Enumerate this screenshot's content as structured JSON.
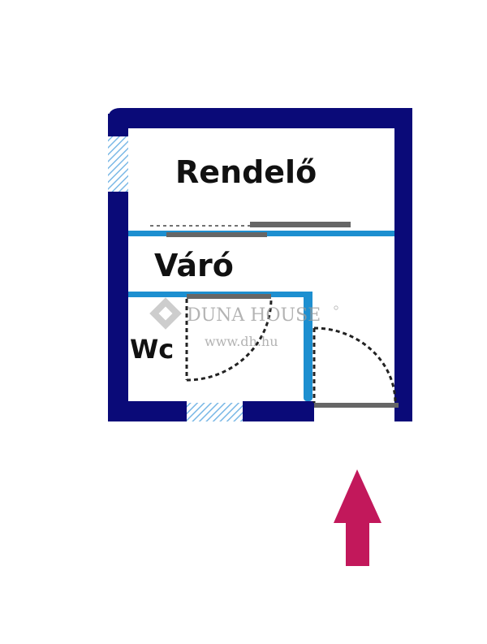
{
  "rooms": {
    "rendelo": "Rendelő",
    "varo": "Váró",
    "wc": "Wc"
  },
  "watermark": {
    "brand": "DUNA HOUSE",
    "url": "www.dh.hu"
  },
  "colors": {
    "outer_wall": "#0a0a78",
    "inner_wall": "#1d8fd0",
    "window_hatch": "#7ab8e6",
    "door_frame": "#666666",
    "door_swing": "#222222",
    "entrance_arrow": "#c2185b",
    "watermark": "#9a9a9a"
  },
  "icons": {
    "entrance": "arrow-up-icon",
    "brand_logo": "diamond-logo-icon"
  }
}
